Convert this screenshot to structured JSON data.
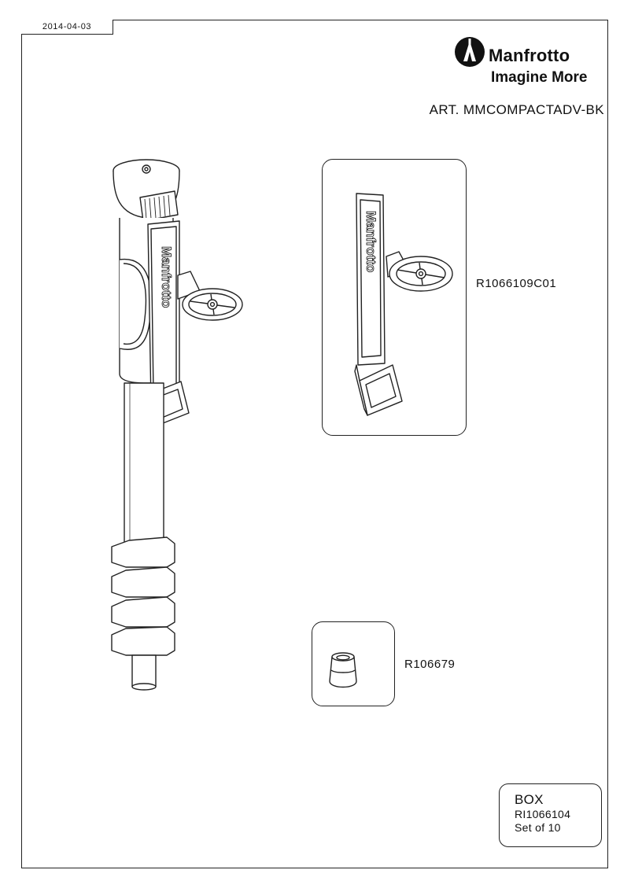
{
  "sheet": {
    "date": "2014-04-03",
    "brand": {
      "name": "Manfrotto",
      "tagline": "Imagine More"
    },
    "article": "ART. MMCOMPACTADV-BK"
  },
  "parts": [
    {
      "code": "R1066109C01",
      "depicts": "strap-with-key"
    },
    {
      "code": "R106679",
      "depicts": "rubber-foot"
    }
  ],
  "box": {
    "title": "BOX",
    "code": "RI1066104",
    "quantity": "Set of 10"
  },
  "drawing": {
    "strap_text": "Manfrotto"
  }
}
